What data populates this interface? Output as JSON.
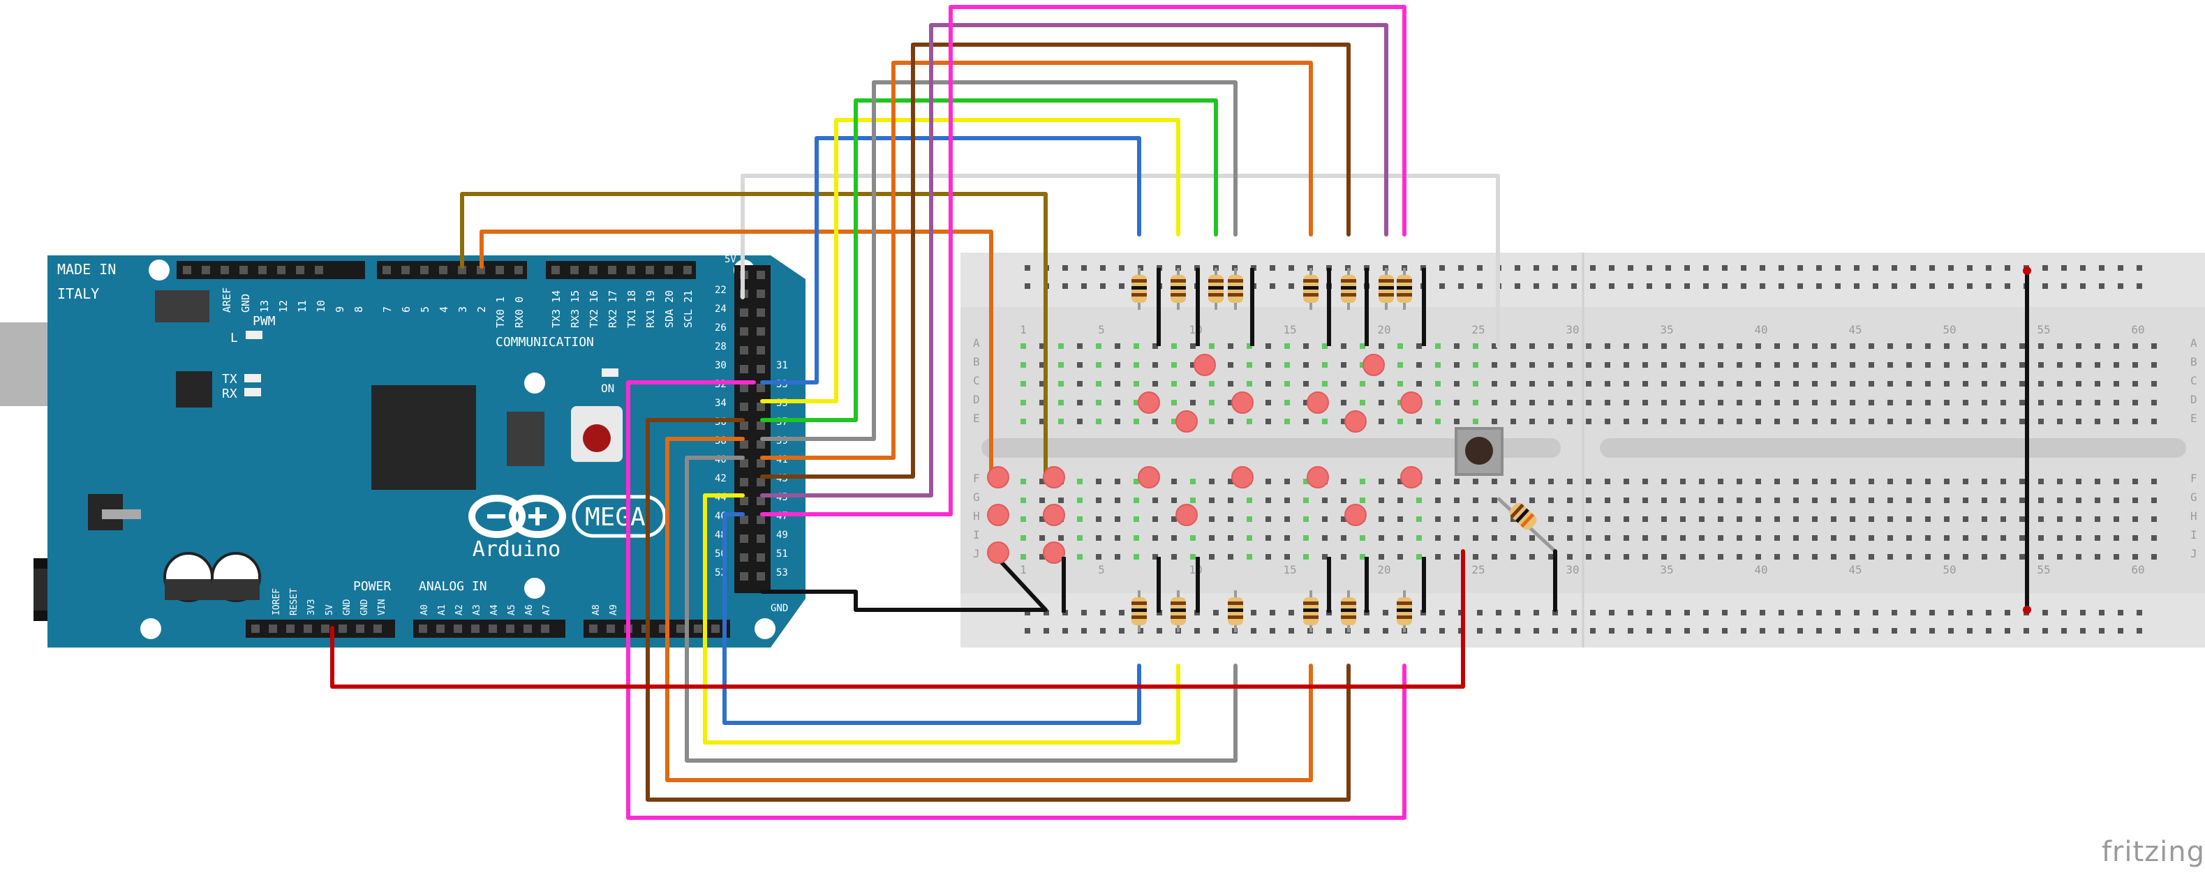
{
  "board": {
    "made_in": "MADE IN",
    "italy": "ITALY",
    "brand": "Arduino",
    "model": "MEGA",
    "power_label": "POWER",
    "analog_label": "ANALOG IN",
    "communication_label": "COMMUNICATION",
    "pwm_label": "PWM",
    "on_label": "ON",
    "tx_label": "TX",
    "rx_label": "RX",
    "l_label": "L",
    "fiveV_label": "5V",
    "gnd_label": "GND",
    "digital_top_left": [
      "AREF",
      "GND",
      "13",
      "12",
      "11",
      "10",
      "9",
      "8"
    ],
    "digital_top_mid": [
      "7",
      "6",
      "5",
      "4",
      "3",
      "2",
      "TX0 1",
      "RX0 0"
    ],
    "digital_top_comm": [
      "TX3 14",
      "RX3 15",
      "TX2 16",
      "RX2 17",
      "TX1 18",
      "RX1 19",
      "SDA 20",
      "SCL 21"
    ],
    "header_left_numbers": [
      "22",
      "24",
      "26",
      "28",
      "30",
      "32",
      "34",
      "36",
      "38",
      "40",
      "42",
      "44",
      "46",
      "48",
      "50",
      "52"
    ],
    "header_right_numbers": [
      "31",
      "33",
      "35",
      "37",
      "39",
      "41",
      "43",
      "45",
      "47",
      "49",
      "51",
      "53"
    ],
    "power_pins": [
      "IOREF",
      "RESET",
      "3V3",
      "5V",
      "GND",
      "GND",
      "VIN"
    ],
    "analog_pins_a": [
      "A0",
      "A1",
      "A2",
      "A3",
      "A4",
      "A5",
      "A6",
      "A7"
    ],
    "analog_pins_b": [
      "A8",
      "A9"
    ]
  },
  "breadboard": {
    "rows_top": [
      "A",
      "B",
      "C",
      "D",
      "E"
    ],
    "rows_bottom": [
      "F",
      "G",
      "H",
      "I",
      "J"
    ],
    "column_numbers": [
      "1",
      "5",
      "10",
      "15",
      "20",
      "25",
      "30",
      "35",
      "40",
      "45",
      "50",
      "55",
      "60"
    ]
  },
  "watermark": "fritzing",
  "colors": {
    "pcb": "#16779a",
    "wire_blue": "#2f6fce",
    "wire_yellow": "#f3ef00",
    "wire_green": "#1fc61f",
    "wire_gray": "#8a8a8a",
    "wire_orange": "#e06a13",
    "wire_brown": "#7a3d0d",
    "wire_purple": "#9b549b",
    "wire_magenta": "#ff2bd2",
    "wire_red": "#c20000",
    "wire_black": "#111111",
    "wire_olive": "#8c6d0a",
    "wire_white": "#d8d8d8",
    "led": "#f07070"
  }
}
